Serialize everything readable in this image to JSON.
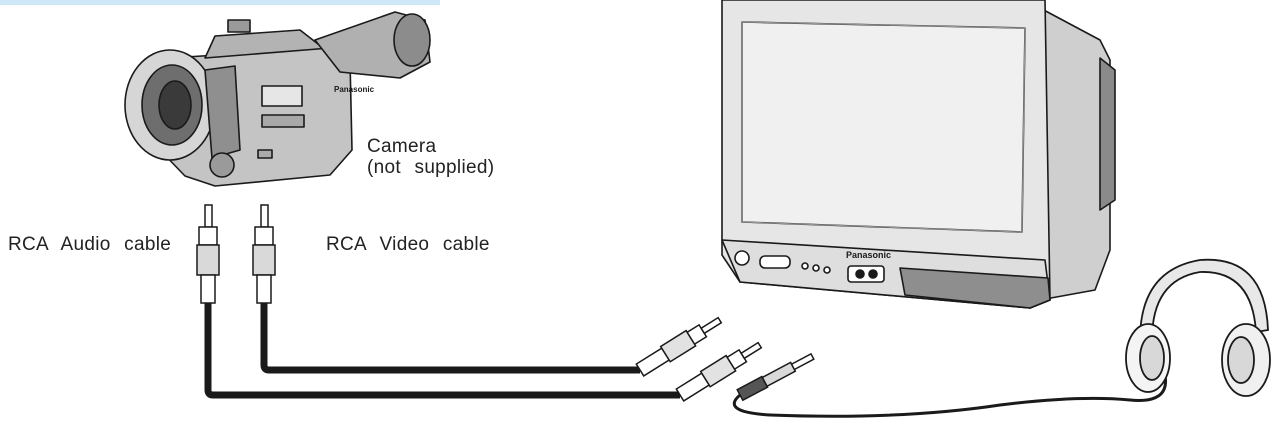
{
  "labels": {
    "camera_name": "Camera",
    "camera_note": "(not supplied)",
    "audio_cable": "RCA Audio cable",
    "video_cable": "RCA Video cable"
  },
  "devices": {
    "camera_brand": "Panasonic",
    "tv_brand": "Panasonic"
  },
  "colors": {
    "line": "#1a1a1a",
    "tv_body": "#e6e6e6",
    "tv_screen": "#f2f2f2",
    "tv_shadow": "#8a8a8a",
    "camera_body": "#bdbdbd",
    "camera_dark": "#7a7a7a",
    "accent_strip": "#cfe8f7"
  }
}
